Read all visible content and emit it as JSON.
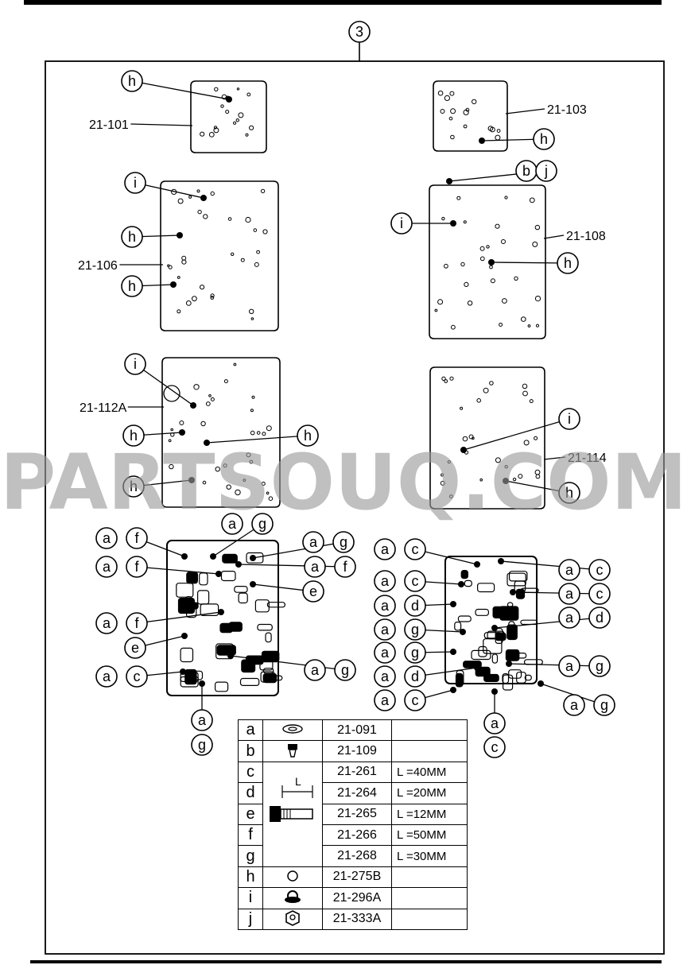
{
  "reference_number": "3",
  "watermark": "PARTSOUQ.COM",
  "plates": [
    {
      "label": "21-101",
      "callouts": [
        "h"
      ]
    },
    {
      "label": "21-103",
      "callouts": [
        "h"
      ]
    },
    {
      "label": "21-106",
      "callouts": [
        "i",
        "h",
        "h"
      ]
    },
    {
      "label": "21-108",
      "callouts": [
        "b",
        "j",
        "i",
        "h"
      ]
    },
    {
      "label": "21-112A",
      "callouts": [
        "i",
        "h",
        "h",
        "h"
      ]
    },
    {
      "label": "21-114",
      "callouts": [
        "i",
        "h"
      ]
    }
  ],
  "left_body_callouts": [
    [
      "a",
      "g"
    ],
    [
      "a",
      "f"
    ],
    [
      "a",
      "g"
    ],
    [
      "a",
      "f"
    ],
    [
      "a",
      "f"
    ],
    [
      "e"
    ],
    [
      "a",
      "f"
    ],
    [
      "e"
    ],
    [
      "a",
      "c"
    ],
    [
      "a",
      "g"
    ],
    [
      "a"
    ],
    [
      "g"
    ]
  ],
  "right_body_callouts": [
    [
      "a",
      "c"
    ],
    [
      "a",
      "c"
    ],
    [
      "a",
      "c"
    ],
    [
      "a",
      "c"
    ],
    [
      "a",
      "d"
    ],
    [
      "a",
      "d"
    ],
    [
      "a",
      "g"
    ],
    [
      "a",
      "g"
    ],
    [
      "a",
      "g"
    ],
    [
      "a",
      "d"
    ],
    [
      "a",
      "c"
    ],
    [
      "a",
      "g"
    ],
    [
      "a"
    ],
    [
      "c"
    ]
  ],
  "legend": [
    {
      "letter": "a",
      "icon": "washer-icon",
      "part": "21-091",
      "length": ""
    },
    {
      "letter": "b",
      "icon": "plug-icon",
      "part": "21-109",
      "length": ""
    },
    {
      "letter": "c",
      "icon": "bolt-icon",
      "part": "21-261",
      "length": "L =40MM"
    },
    {
      "letter": "d",
      "icon": "bolt-icon",
      "part": "21-264",
      "length": "L =20MM"
    },
    {
      "letter": "e",
      "icon": "bolt-icon",
      "part": "21-265",
      "length": "L =12MM"
    },
    {
      "letter": "f",
      "icon": "bolt-icon",
      "part": "21-266",
      "length": "L =50MM"
    },
    {
      "letter": "g",
      "icon": "bolt-icon",
      "part": "21-268",
      "length": "L =30MM"
    },
    {
      "letter": "h",
      "icon": "ring-icon",
      "part": "21-275B",
      "length": ""
    },
    {
      "letter": "i",
      "icon": "flange-nut-icon",
      "part": "21-296A",
      "length": ""
    },
    {
      "letter": "j",
      "icon": "hex-nut-icon",
      "part": "21-333A",
      "length": ""
    }
  ],
  "bolt_dimension_label": "L"
}
